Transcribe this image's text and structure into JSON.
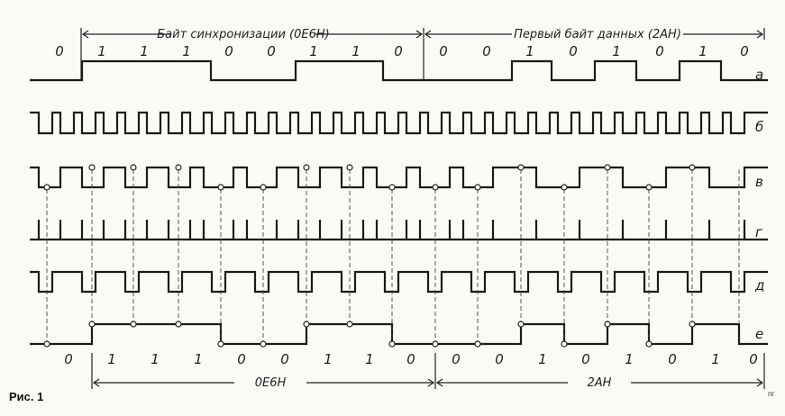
{
  "header": {
    "sync_byte_label": "Байт синхронизации (0E6H)",
    "data_byte_label": "Первый байт данных (2AH)"
  },
  "top_bits": [
    "0",
    "1",
    "1",
    "1",
    "0",
    "0",
    "1",
    "1",
    "0",
    "0",
    "0",
    "1",
    "0",
    "1",
    "0",
    "1",
    "0"
  ],
  "bottom_bits": [
    "0",
    "1",
    "1",
    "1",
    "0",
    "0",
    "1",
    "1",
    "0",
    "0",
    "0",
    "1",
    "0",
    "1",
    "0",
    "1",
    "0"
  ],
  "row_labels": [
    "а",
    "б",
    "в",
    "г",
    "д",
    "е"
  ],
  "bottom_bytes": {
    "first": "0E6H",
    "second": "2AH"
  },
  "figure_caption": "Рис. 1",
  "corner_mark": "пг"
}
